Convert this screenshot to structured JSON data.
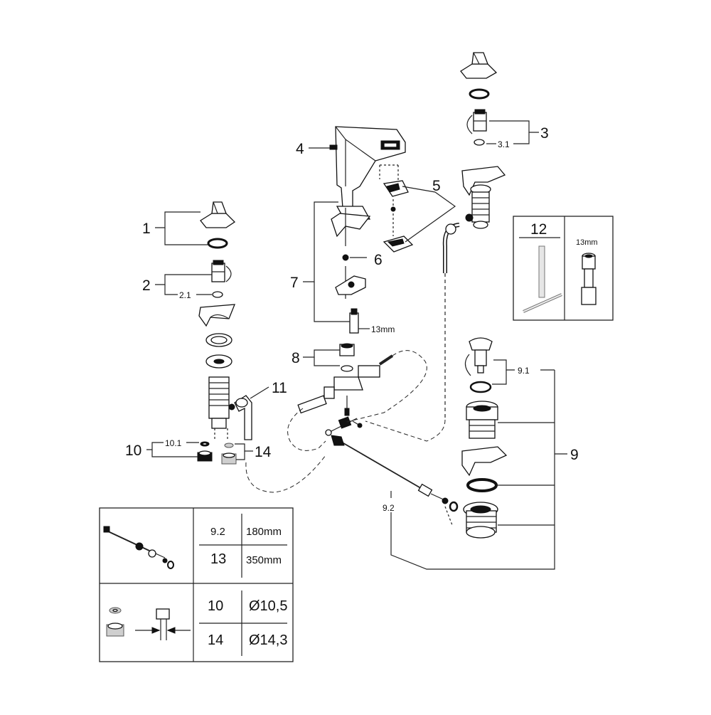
{
  "callouts": {
    "c1": "1",
    "c2": "2",
    "c2_1": "2.1",
    "c3": "3",
    "c3_1": "3.1",
    "c4": "4",
    "c5": "5",
    "c6": "6",
    "c7": "7",
    "c8": "8",
    "c9": "9",
    "c9_1": "9.1",
    "c9_2": "9.2",
    "c10": "10",
    "c10_1": "10.1",
    "c11": "11",
    "c12": "12",
    "c14": "14",
    "wrench_a": "13mm",
    "wrench_b": "13mm"
  },
  "tables": {
    "rod": {
      "rows": [
        {
          "part": "9.2",
          "value": "180mm"
        },
        {
          "part": "13",
          "value": "350mm"
        }
      ]
    },
    "nuts": {
      "rows": [
        {
          "part": "10",
          "value": "Ø10,5"
        },
        {
          "part": "14",
          "value": "Ø14,3"
        }
      ]
    }
  }
}
